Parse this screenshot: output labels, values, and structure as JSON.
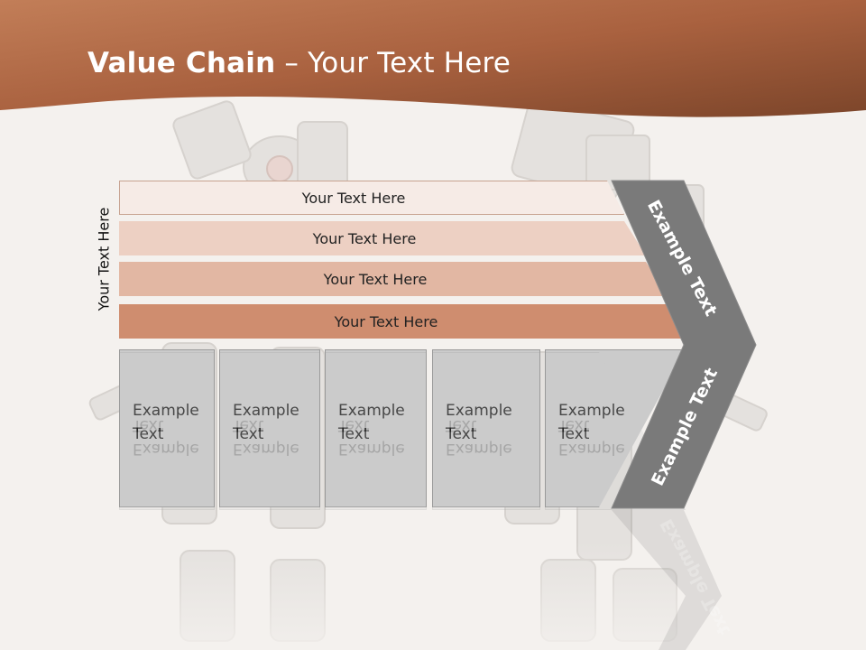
{
  "header": {
    "title_bold": "Value Chain",
    "title_rest": " – Your Text Here"
  },
  "side_label": "Your Text Here",
  "bands": [
    {
      "label": "Your Text Here"
    },
    {
      "label": "Your Text Here"
    },
    {
      "label": "Your Text Here"
    },
    {
      "label": "Your Text Here"
    }
  ],
  "boxes": [
    {
      "line1": "Example",
      "line2": "Text"
    },
    {
      "line1": "Example",
      "line2": "Text"
    },
    {
      "line1": "Example",
      "line2": "Text"
    },
    {
      "line1": "Example",
      "line2": "Text"
    },
    {
      "line1": "Example",
      "line2": "Text"
    }
  ],
  "chevron": {
    "upper_label": "Example Text",
    "lower_label": "Example Text"
  },
  "colors": {
    "header_dark": "#7a4a2e",
    "header_light": "#c07a52",
    "chevron_gray": "#7a7a7a",
    "box_gray": "#cbcbcb"
  }
}
